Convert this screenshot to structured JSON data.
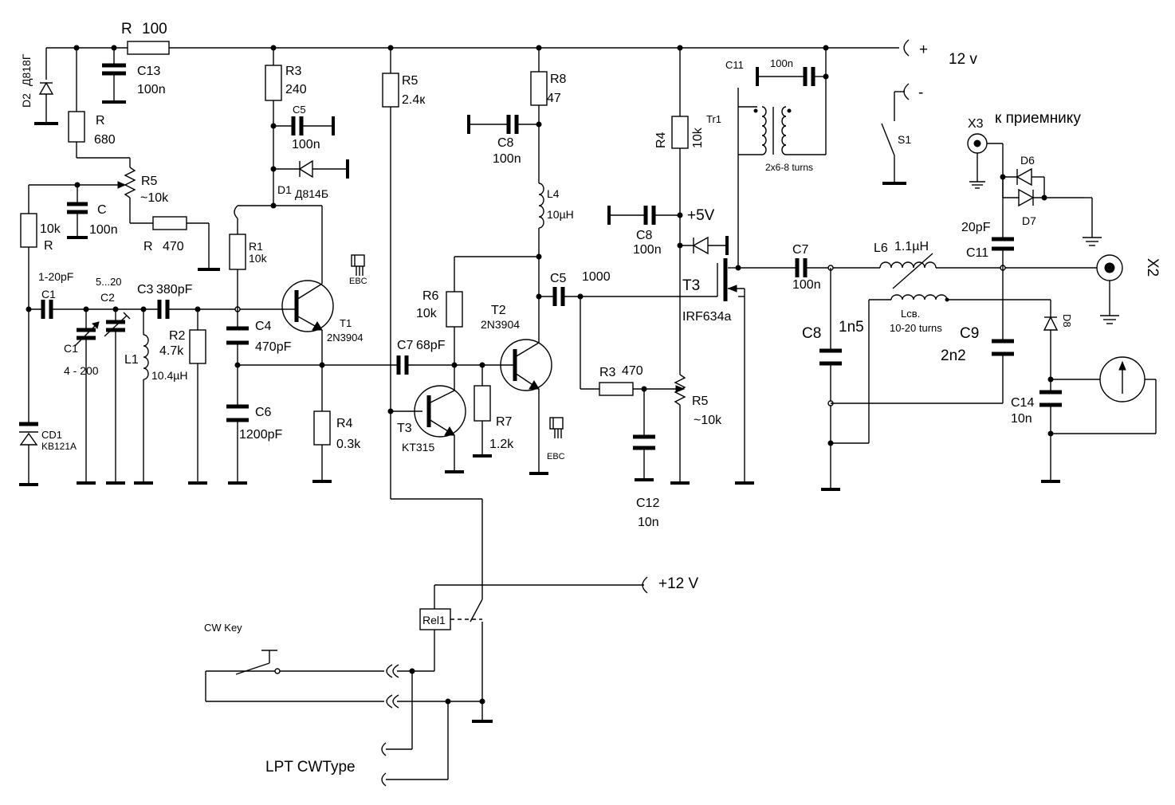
{
  "labels": {
    "r_top": "R",
    "r_top_val": "100",
    "plus": "+",
    "v12": "12 v",
    "minus": "-",
    "d2": "D2",
    "d2_type": "Д818Г",
    "c13": "C13",
    "c13_val": "100n",
    "r680": "R",
    "r680_val": "680",
    "r3": "R3",
    "r3_val": "240",
    "c5a": "C5",
    "c5a_val": "100n",
    "d1": "D1",
    "d1_type": "Д814Б",
    "r5a": "R5",
    "r5a_val": "2.4к",
    "r8": "R8",
    "r8_val": "47",
    "c8a": "C8",
    "c8a_val": "100n",
    "l4": "L4",
    "l4_val": "10µH",
    "c11a": "C11",
    "c11a_val": "100n",
    "tr1": "Tr1",
    "tr1_turns": "2x6-8 turns",
    "r4b": "R4",
    "r4b_val": "10k",
    "s1": "S1",
    "x3": "X3",
    "x3_to": "к приемнику",
    "d6": "D6",
    "d7": "D7",
    "r5pot": "R5",
    "r5pot_val": "~10k",
    "c_cap": "C",
    "c_cap_val": "100n",
    "r10k": "10k",
    "r10k_name": "R",
    "r470a": "R",
    "r470a_val": "470",
    "c8b": "C8",
    "c8b_val": "100n",
    "v5": "+5V",
    "c20p": "20pF",
    "c11b": "C11",
    "r1": "R1",
    "r1_val": "10k",
    "c1a_val": "1-20pF",
    "c1a": "C1",
    "c2_val": "5...20",
    "c2": "C2",
    "c3": "C3",
    "c3_val": "380pF",
    "c1b": "C1",
    "c1b_val": "4 - 200",
    "l1": "L1",
    "l1_val": "10.4µH",
    "r2": "R2",
    "r2_val": "4.7k",
    "c4": "C4",
    "c4_val": "470pF",
    "t1": "T1",
    "t1_type": "2N3904",
    "ebc1": "EBC",
    "ebc2": "EBC",
    "c7a": "C7",
    "c7a_val": "68pF",
    "r6": "R6",
    "r6_val": "10k",
    "t2": "T2",
    "t2_type": "2N3904",
    "c5b": "C5",
    "c5b_val": "1000",
    "t3m": "T3",
    "t3m_type": "IRF634a",
    "c7b": "C7",
    "c7b_val": "100n",
    "l6": "L6",
    "l6_val": "1.1µH",
    "x2": "X2",
    "c8c": "C8",
    "c8c_val": "1n5",
    "lsv": "Lсв.",
    "lsv_turns": "10-20 turns",
    "c9": "C9",
    "c9_val": "2n2",
    "d8": "D8",
    "c14": "C14",
    "c14_val": "10n",
    "cd1": "CD1",
    "cd1_type": "KB121A",
    "c6": "C6",
    "c6_val": "1200pF",
    "r4a": "R4",
    "r4a_val": "0.3k",
    "t3": "T3",
    "t3_type": "KT315",
    "r7": "R7",
    "r7_val": "1.2k",
    "r3b": "R3",
    "r3b_val": "470",
    "r5b": "R5",
    "r5b_val": "~10k",
    "c12": "C12",
    "c12_val": "10n",
    "v12b": "+12  V",
    "rel": "Rel1",
    "cwkey": "CW Key",
    "lpt": "LPT CWType"
  }
}
